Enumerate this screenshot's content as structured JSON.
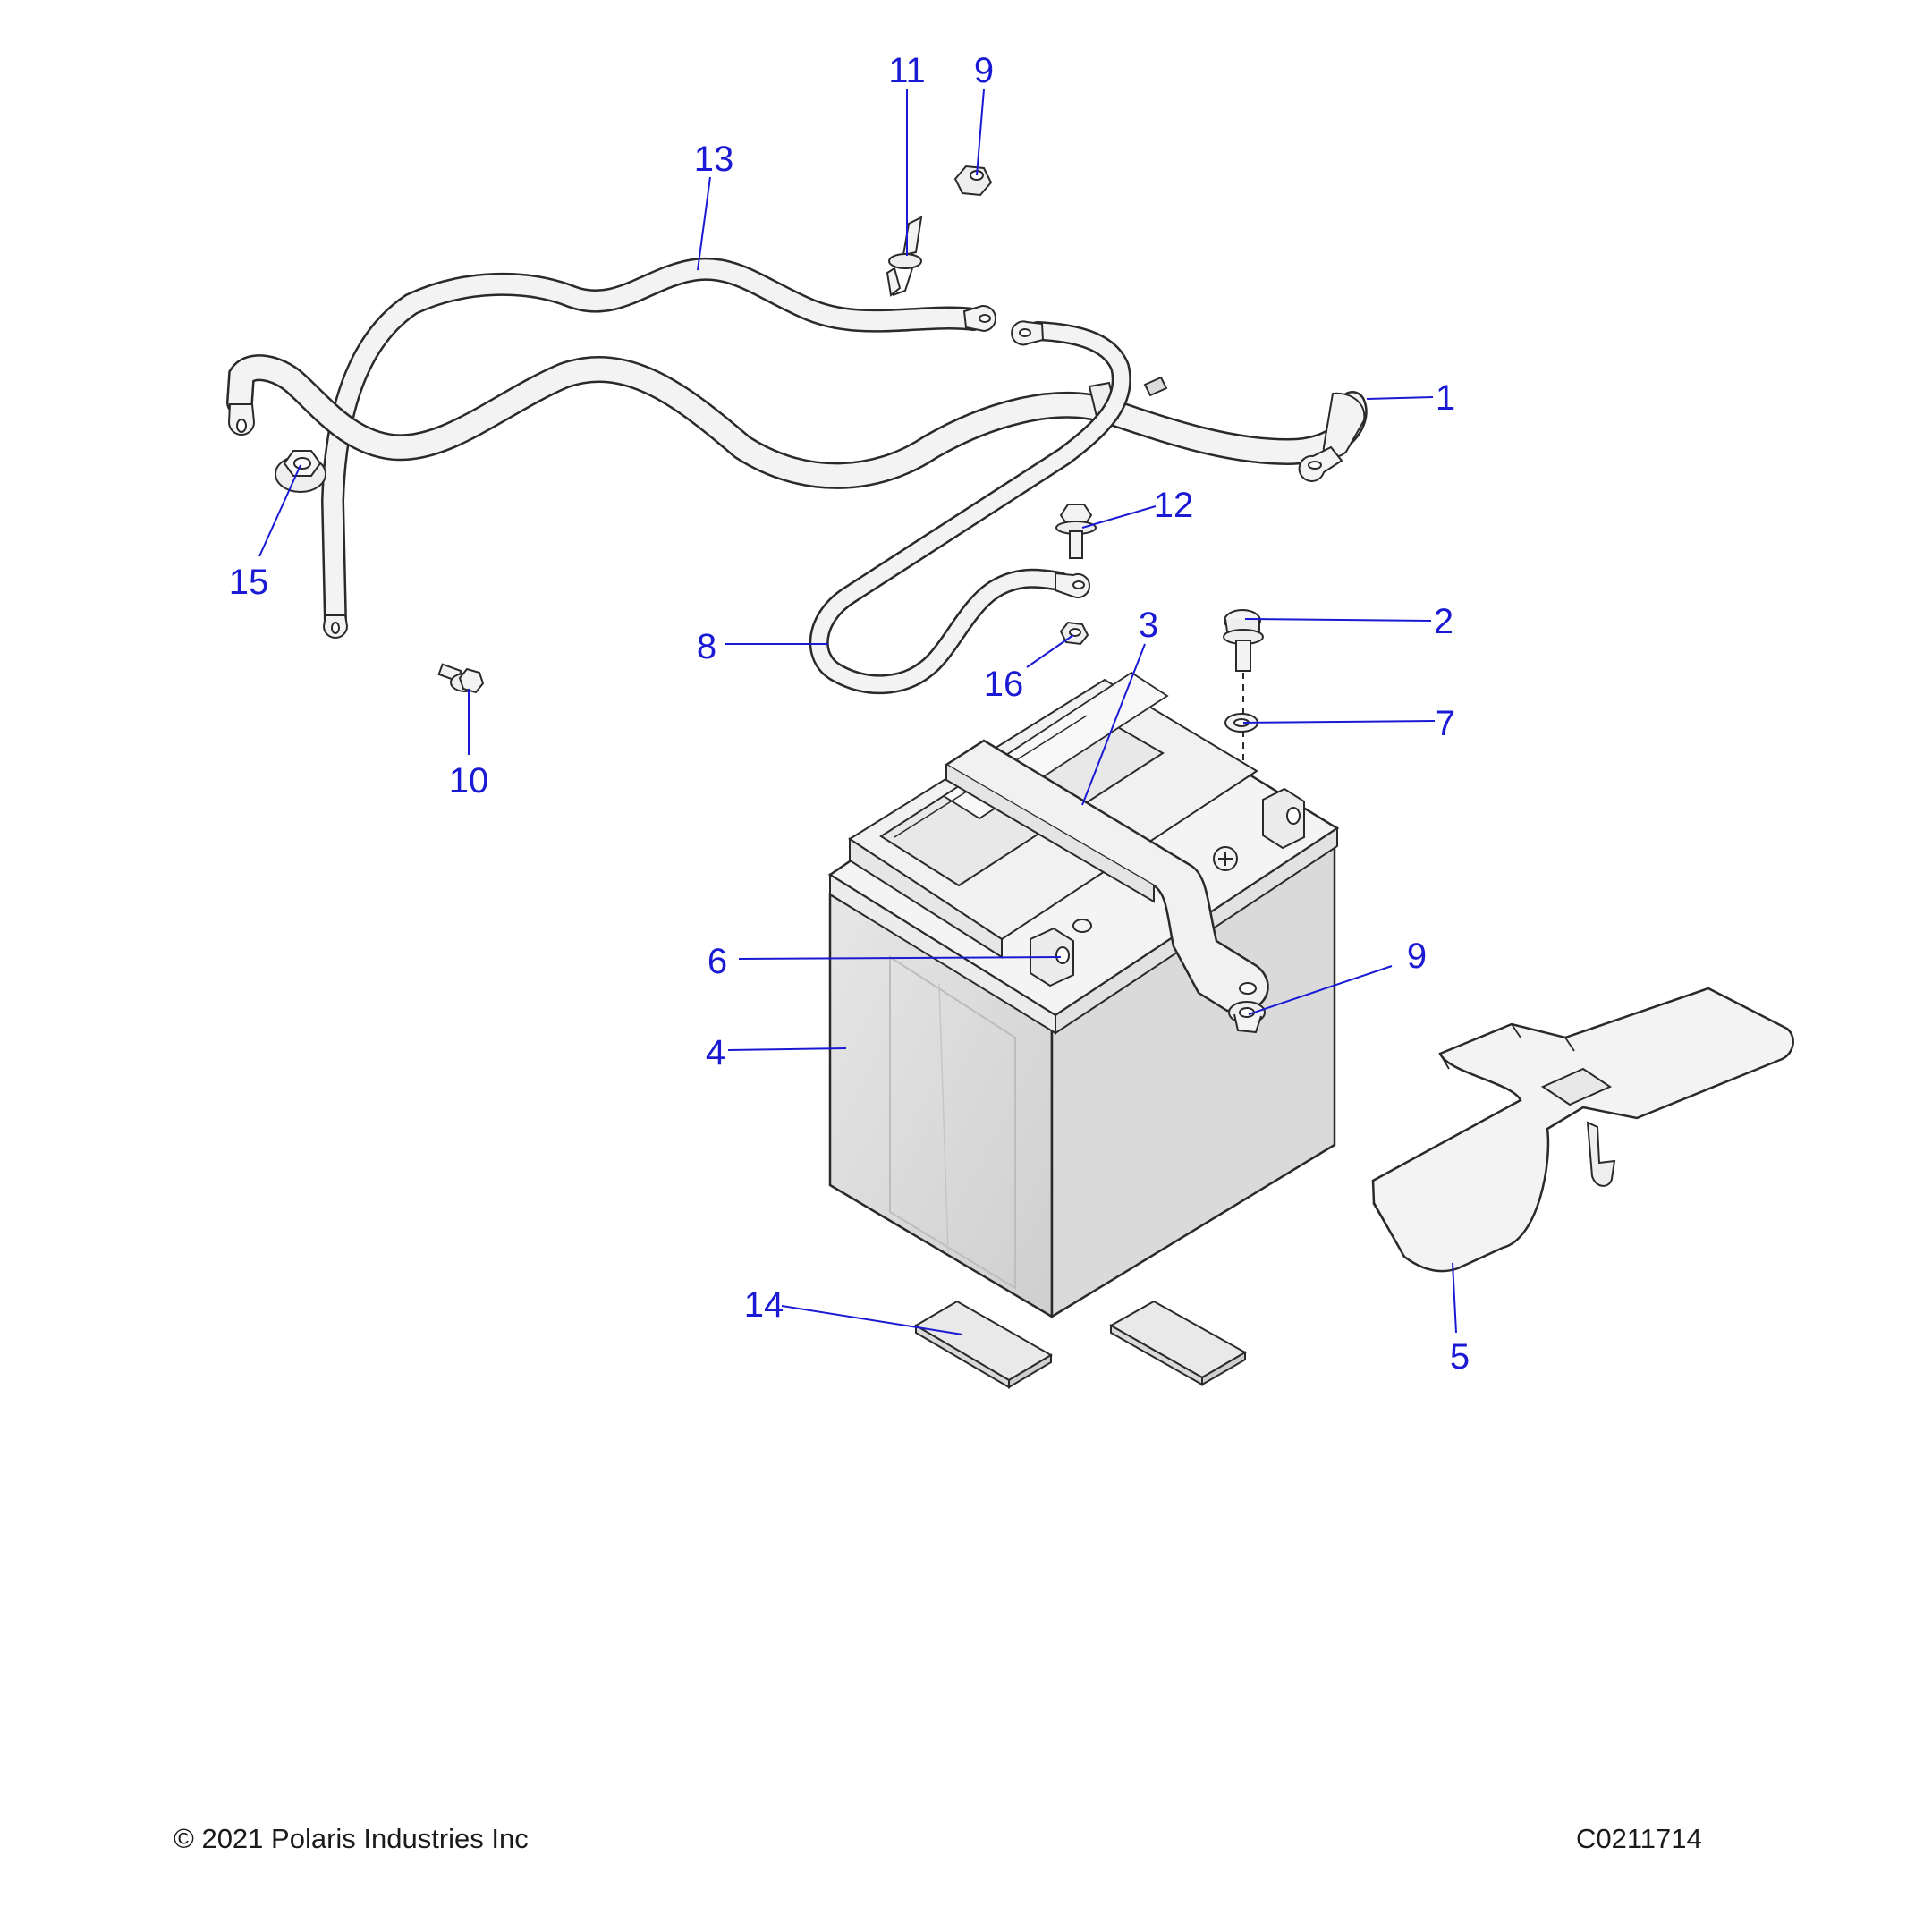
{
  "colors": {
    "callout": "#1a1ad4",
    "line_art": "#2a2a2a",
    "part_fill": "#f3f3f3",
    "battery_fill": "#dedede"
  },
  "callouts": [
    {
      "id": "11",
      "label": "11"
    },
    {
      "id": "9-top",
      "label": "9"
    },
    {
      "id": "13",
      "label": "13"
    },
    {
      "id": "1",
      "label": "1"
    },
    {
      "id": "12",
      "label": "12"
    },
    {
      "id": "15",
      "label": "15"
    },
    {
      "id": "2",
      "label": "2"
    },
    {
      "id": "3",
      "label": "3"
    },
    {
      "id": "8",
      "label": "8"
    },
    {
      "id": "16",
      "label": "16"
    },
    {
      "id": "7",
      "label": "7"
    },
    {
      "id": "10",
      "label": "10"
    },
    {
      "id": "9-bottom",
      "label": "9"
    },
    {
      "id": "6",
      "label": "6"
    },
    {
      "id": "4",
      "label": "4"
    },
    {
      "id": "14",
      "label": "14"
    },
    {
      "id": "5",
      "label": "5"
    }
  ],
  "footer": {
    "copyright": "© 2021 Polaris Industries Inc",
    "drawing_number": "C0211714"
  }
}
